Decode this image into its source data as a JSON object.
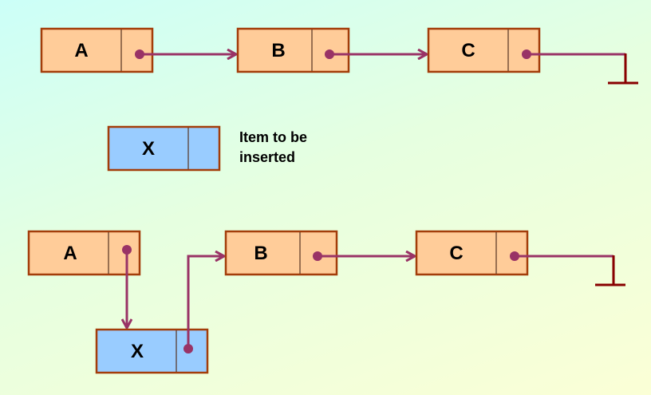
{
  "diagram": {
    "title": "Linked list insertion",
    "before": {
      "nodes": [
        {
          "label": "A",
          "next": "B"
        },
        {
          "label": "B",
          "next": "C"
        },
        {
          "label": "C",
          "next": "null"
        }
      ]
    },
    "new_item": {
      "label": "X",
      "note_line1": "Item to be",
      "note_line2": "inserted"
    },
    "after": {
      "nodes": [
        {
          "label": "A",
          "next": "X"
        },
        {
          "label": "X",
          "next": "B"
        },
        {
          "label": "B",
          "next": "C"
        },
        {
          "label": "C",
          "next": "null"
        }
      ]
    },
    "colors": {
      "node_fill": "#ffcc99",
      "new_node_fill": "#99ccff",
      "border": "#a33d0a",
      "pointer": "#993366",
      "null_terminator": "#880000"
    }
  }
}
